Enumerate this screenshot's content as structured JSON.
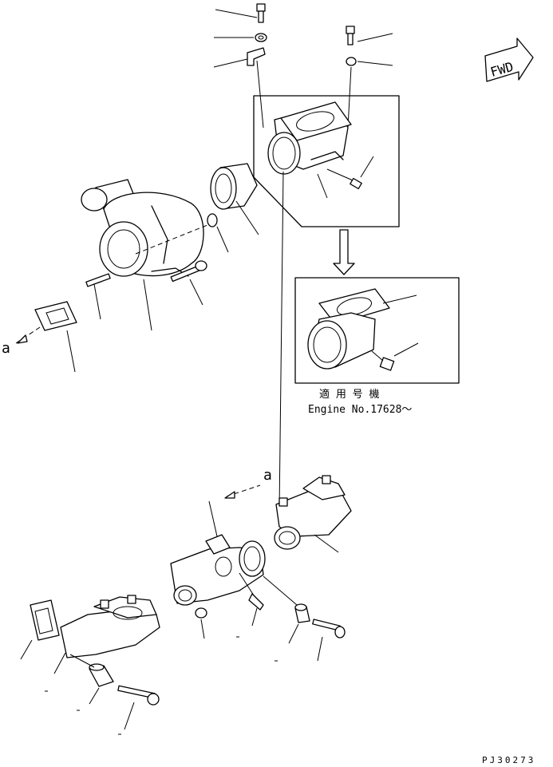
{
  "direction_arrow": {
    "label": "FWD",
    "icon": "fwd-arrow-icon"
  },
  "view_markers": {
    "ref_left": "a",
    "ref_lower": "a"
  },
  "applicability": {
    "japanese_label": "適 用 号 機",
    "engine_text": "Engine No.17628～"
  },
  "drawing_code": "PJ30273",
  "colors": {
    "line": "#000000",
    "background": "#ffffff"
  }
}
